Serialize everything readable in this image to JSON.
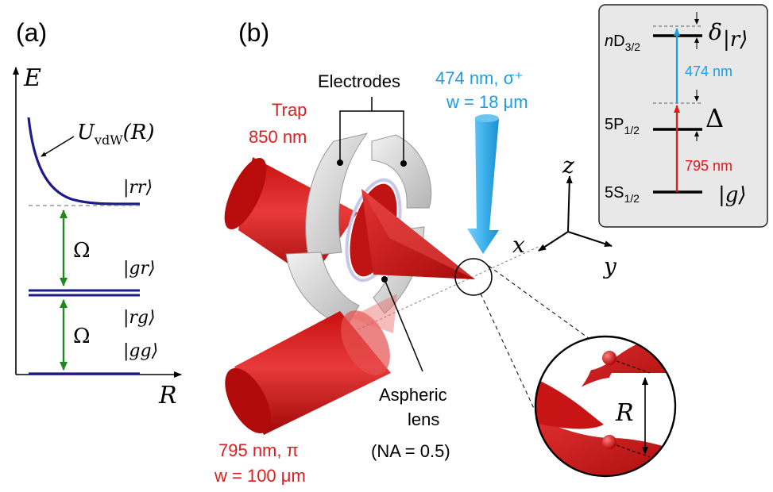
{
  "panel_a": {
    "label": "(a)",
    "axis_y": "E",
    "axis_x": "R",
    "potential_label": "U",
    "potential_sub": "vdW",
    "potential_arg": "(R)",
    "state_rr": "|rr⟩",
    "state_gr": "|gr⟩",
    "state_rg": "|rg⟩",
    "state_gg": "|gg⟩",
    "rabi_upper": "Ω",
    "rabi_lower": "Ω"
  },
  "panel_b": {
    "label": "(b)",
    "electrodes": "Electrodes",
    "trap_line1": "Trap",
    "trap_line2": "850 nm",
    "blue_beam_line1": "474 nm, σ⁺",
    "blue_beam_line2": "w = 18 μm",
    "red_beam_line1": "795 nm, π",
    "red_beam_line2": "w = 100 μm",
    "lens_line1": "Aspheric",
    "lens_line2": "lens",
    "lens_line3": "(NA = 0.5)",
    "axis_x": "x",
    "axis_y": "y",
    "axis_z": "z",
    "inset_distance": "R"
  },
  "level_scheme": {
    "nD_prefix": "n",
    "nD_main": "D",
    "nD_sub": "3/2",
    "P_main": "5P",
    "P_sub": "1/2",
    "S_main": "5S",
    "S_sub": "1/2",
    "label_r": "|r⟩",
    "label_g": "|g⟩",
    "delta_small": "δ",
    "delta_big": "Δ",
    "blue_wavelength": "474 nm",
    "red_wavelength": "795 nm"
  },
  "colors": {
    "level_line": "#1b1b8a",
    "rabi_arrow": "#1e8a1e",
    "red_text": "#d92020",
    "blue_text": "#1a9ee6",
    "beam_red": "#d81818",
    "beam_blue": "#3aaee8",
    "inset_bg": "#e8e8e8"
  }
}
